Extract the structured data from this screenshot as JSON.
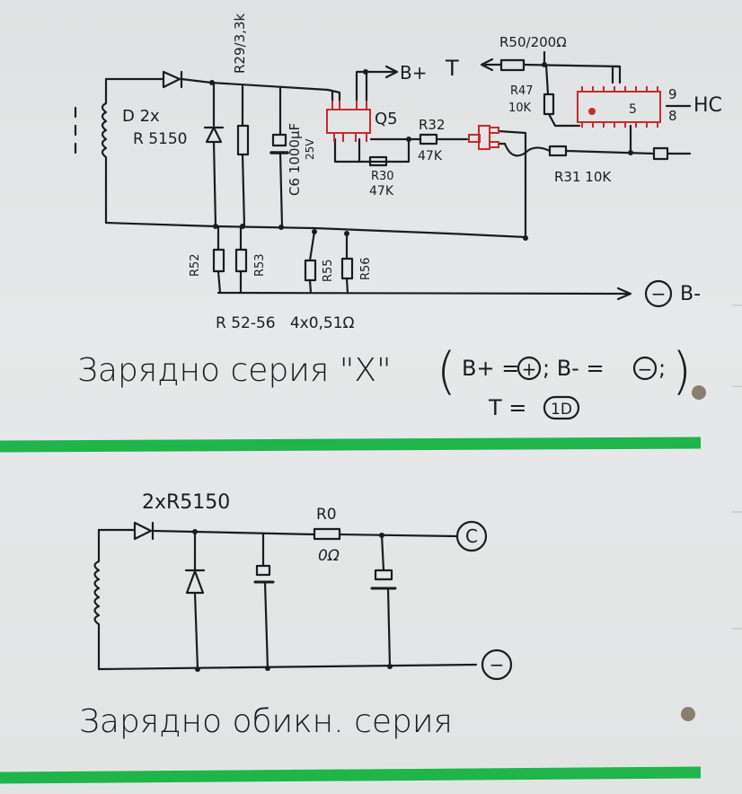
{
  "circuit_x": {
    "labels": {
      "r29": "R29/3,3k",
      "diode_d": "D 2x",
      "diode_part": "R 5150",
      "c6": "C6 1000µF",
      "c6_voltage": "25V",
      "b_plus": "B+",
      "t": "T",
      "r50": "R50/200Ω",
      "r47": "R47",
      "r47_value": "10K",
      "ic_pin9": "9",
      "ic_pin8": "8",
      "ic_pin5": "5",
      "ic_name": "HC",
      "q5": "Q5",
      "r32": "R32",
      "r32_value": "47K",
      "r30": "R30",
      "r30_value": "47K",
      "r31": "R31 10K",
      "r52": "R52",
      "r53": "R53",
      "r55": "R55",
      "r56": "R56",
      "shunt_note": "R 52-56   4x0,51Ω",
      "minus_symbol": "−",
      "b_minus": "B-"
    },
    "title": "Зарядно серия \"X\"",
    "legend": {
      "line1_a": "B+ =",
      "plus": "+",
      "line1_b": "; B- =",
      "minus": "−",
      "line1_c": ";",
      "line2": "T =",
      "t_value": "1D"
    }
  },
  "circuit_normal": {
    "labels": {
      "diodes": "2xR5150",
      "r0": "R0",
      "r0_value": "0Ω",
      "out_c": "C",
      "out_minus": "−"
    },
    "title": "Зарядно обикн. серия"
  },
  "colors": {
    "ink": "#1c1c1f",
    "red_ink": "#c42a2f",
    "green_marker": "#1fb54a",
    "paper": "#e3e5e6"
  }
}
